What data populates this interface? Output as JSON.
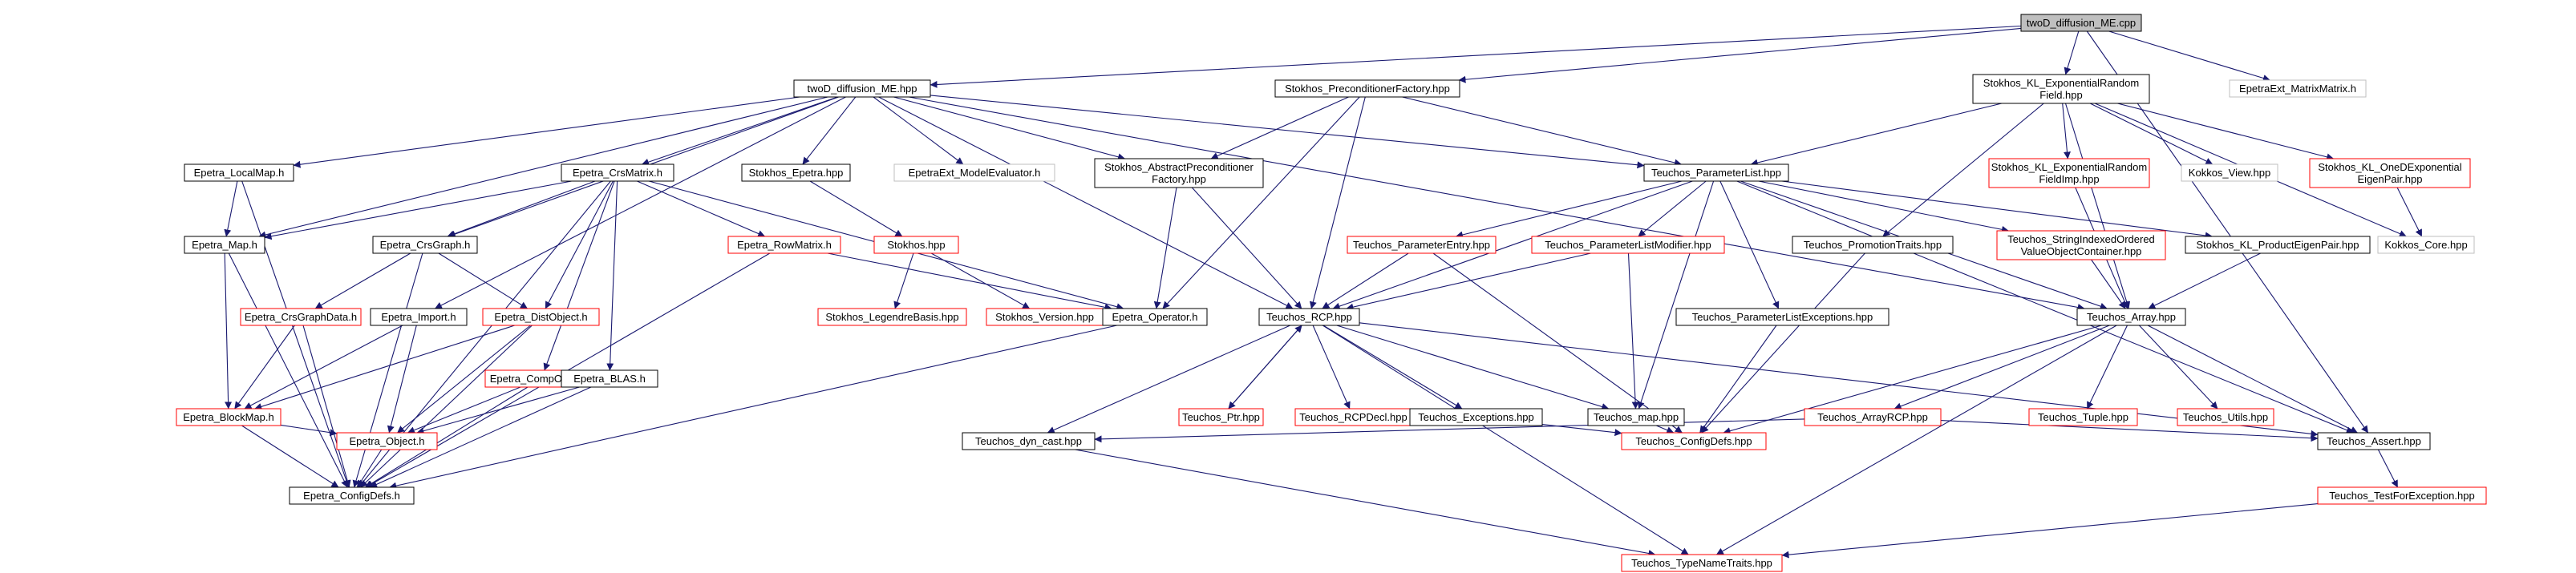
{
  "nodes": [
    {
      "id": "root",
      "lines": [
        "twoD_diffusion_ME.cpp"
      ],
      "style": "root"
    },
    {
      "id": "twoD_hpp",
      "lines": [
        "twoD_diffusion_ME.hpp"
      ],
      "style": "normal"
    },
    {
      "id": "stokhos_pcf",
      "lines": [
        "Stokhos_PreconditionerFactory.hpp"
      ],
      "style": "normal"
    },
    {
      "id": "stokhos_kl_exp",
      "lines": [
        "Stokhos_KL_ExponentialRandom",
        "Field.hpp"
      ],
      "style": "normal"
    },
    {
      "id": "epetraext_matrixmatrix",
      "lines": [
        "EpetraExt_MatrixMatrix.h"
      ],
      "style": "gray"
    },
    {
      "id": "epetra_localmap",
      "lines": [
        "Epetra_LocalMap.h"
      ],
      "style": "normal"
    },
    {
      "id": "epetra_crsmatrix",
      "lines": [
        "Epetra_CrsMatrix.h"
      ],
      "style": "normal"
    },
    {
      "id": "stokhos_epetra",
      "lines": [
        "Stokhos_Epetra.hpp"
      ],
      "style": "normal"
    },
    {
      "id": "epetraext_modeleval",
      "lines": [
        "EpetraExt_ModelEvaluator.h"
      ],
      "style": "gray"
    },
    {
      "id": "stokhos_abs_pcf",
      "lines": [
        "Stokhos_AbstractPreconditioner",
        "Factory.hpp"
      ],
      "style": "normal"
    },
    {
      "id": "teuchos_paramlist",
      "lines": [
        "Teuchos_ParameterList.hpp"
      ],
      "style": "normal"
    },
    {
      "id": "stokhos_kl_expimp",
      "lines": [
        "Stokhos_KL_ExponentialRandom",
        "FieldImp.hpp"
      ],
      "style": "red"
    },
    {
      "id": "kokkos_view",
      "lines": [
        "Kokkos_View.hpp"
      ],
      "style": "gray"
    },
    {
      "id": "stokhos_kl_oned",
      "lines": [
        "Stokhos_KL_OneDExponential",
        "EigenPair.hpp"
      ],
      "style": "red"
    },
    {
      "id": "epetra_map",
      "lines": [
        "Epetra_Map.h"
      ],
      "style": "normal"
    },
    {
      "id": "epetra_crsgraph",
      "lines": [
        "Epetra_CrsGraph.h"
      ],
      "style": "normal"
    },
    {
      "id": "epetra_rowmatrix",
      "lines": [
        "Epetra_RowMatrix.h"
      ],
      "style": "red"
    },
    {
      "id": "stokhos_hpp",
      "lines": [
        "Stokhos.hpp"
      ],
      "style": "red"
    },
    {
      "id": "teuchos_paramentry",
      "lines": [
        "Teuchos_ParameterEntry.hpp"
      ],
      "style": "red"
    },
    {
      "id": "teuchos_plmod",
      "lines": [
        "Teuchos_ParameterListModifier.hpp"
      ],
      "style": "red"
    },
    {
      "id": "teuchos_promo",
      "lines": [
        "Teuchos_PromotionTraits.hpp"
      ],
      "style": "normal"
    },
    {
      "id": "teuchos_sioc",
      "lines": [
        "Teuchos_StringIndexedOrdered",
        "ValueObjectContainer.hpp"
      ],
      "style": "red"
    },
    {
      "id": "stokhos_kl_prod",
      "lines": [
        "Stokhos_KL_ProductEigenPair.hpp"
      ],
      "style": "normal"
    },
    {
      "id": "kokkos_core",
      "lines": [
        "Kokkos_Core.hpp"
      ],
      "style": "gray"
    },
    {
      "id": "epetra_crsgraphdata",
      "lines": [
        "Epetra_CrsGraphData.h"
      ],
      "style": "red"
    },
    {
      "id": "epetra_import",
      "lines": [
        "Epetra_Import.h"
      ],
      "style": "normal"
    },
    {
      "id": "epetra_distobject",
      "lines": [
        "Epetra_DistObject.h"
      ],
      "style": "red"
    },
    {
      "id": "stokhos_legendre",
      "lines": [
        "Stokhos_LegendreBasis.hpp"
      ],
      "style": "red"
    },
    {
      "id": "stokhos_version",
      "lines": [
        "Stokhos_Version.hpp"
      ],
      "style": "red"
    },
    {
      "id": "epetra_operator",
      "lines": [
        "Epetra_Operator.h"
      ],
      "style": "normal"
    },
    {
      "id": "teuchos_rcp",
      "lines": [
        "Teuchos_RCP.hpp"
      ],
      "style": "normal"
    },
    {
      "id": "teuchos_plexc",
      "lines": [
        "Teuchos_ParameterListExceptions.hpp"
      ],
      "style": "normal"
    },
    {
      "id": "teuchos_array",
      "lines": [
        "Teuchos_Array.hpp"
      ],
      "style": "normal"
    },
    {
      "id": "epetra_compobject",
      "lines": [
        "Epetra_CompObject.h"
      ],
      "style": "red"
    },
    {
      "id": "epetra_blas",
      "lines": [
        "Epetra_BLAS.h"
      ],
      "style": "normal"
    },
    {
      "id": "epetra_blockmap",
      "lines": [
        "Epetra_BlockMap.h"
      ],
      "style": "red"
    },
    {
      "id": "teuchos_ptr",
      "lines": [
        "Teuchos_Ptr.hpp"
      ],
      "style": "red"
    },
    {
      "id": "teuchos_rcpdecl",
      "lines": [
        "Teuchos_RCPDecl.hpp"
      ],
      "style": "red"
    },
    {
      "id": "teuchos_exceptions",
      "lines": [
        "Teuchos_Exceptions.hpp"
      ],
      "style": "normal"
    },
    {
      "id": "teuchos_map",
      "lines": [
        "Teuchos_map.hpp"
      ],
      "style": "normal"
    },
    {
      "id": "teuchos_arrayrcp",
      "lines": [
        "Teuchos_ArrayRCP.hpp"
      ],
      "style": "red"
    },
    {
      "id": "teuchos_tuple",
      "lines": [
        "Teuchos_Tuple.hpp"
      ],
      "style": "red"
    },
    {
      "id": "teuchos_utils",
      "lines": [
        "Teuchos_Utils.hpp"
      ],
      "style": "red"
    },
    {
      "id": "epetra_object",
      "lines": [
        "Epetra_Object.h"
      ],
      "style": "red"
    },
    {
      "id": "teuchos_dyncast",
      "lines": [
        "Teuchos_dyn_cast.hpp"
      ],
      "style": "normal"
    },
    {
      "id": "teuchos_configdefs",
      "lines": [
        "Teuchos_ConfigDefs.hpp"
      ],
      "style": "red"
    },
    {
      "id": "teuchos_assert",
      "lines": [
        "Teuchos_Assert.hpp"
      ],
      "style": "normal"
    },
    {
      "id": "epetra_configdefs",
      "lines": [
        "Epetra_ConfigDefs.h"
      ],
      "style": "normal"
    },
    {
      "id": "teuchos_testforexc",
      "lines": [
        "Teuchos_TestForException.hpp"
      ],
      "style": "red"
    },
    {
      "id": "teuchos_typename",
      "lines": [
        "Teuchos_TypeNameTraits.hpp"
      ],
      "style": "red"
    }
  ],
  "edges": [
    [
      "root",
      "twoD_hpp"
    ],
    [
      "root",
      "stokhos_pcf"
    ],
    [
      "root",
      "stokhos_kl_exp"
    ],
    [
      "root",
      "epetraext_matrixmatrix"
    ],
    [
      "root",
      "teuchos_assert"
    ],
    [
      "twoD_hpp",
      "epetra_localmap"
    ],
    [
      "twoD_hpp",
      "epetra_crsmatrix"
    ],
    [
      "twoD_hpp",
      "stokhos_epetra"
    ],
    [
      "twoD_hpp",
      "epetraext_modeleval"
    ],
    [
      "twoD_hpp",
      "stokhos_abs_pcf"
    ],
    [
      "twoD_hpp",
      "teuchos_paramlist"
    ],
    [
      "twoD_hpp",
      "epetra_map"
    ],
    [
      "twoD_hpp",
      "epetra_crsgraph"
    ],
    [
      "twoD_hpp",
      "epetra_import"
    ],
    [
      "twoD_hpp",
      "teuchos_rcp"
    ],
    [
      "twoD_hpp",
      "teuchos_array"
    ],
    [
      "stokhos_pcf",
      "stokhos_abs_pcf"
    ],
    [
      "stokhos_pcf",
      "teuchos_paramlist"
    ],
    [
      "stokhos_pcf",
      "epetra_operator"
    ],
    [
      "stokhos_pcf",
      "teuchos_rcp"
    ],
    [
      "stokhos_kl_exp",
      "teuchos_paramlist"
    ],
    [
      "stokhos_kl_exp",
      "stokhos_kl_expimp"
    ],
    [
      "stokhos_kl_exp",
      "kokkos_view"
    ],
    [
      "stokhos_kl_exp",
      "stokhos_kl_oned"
    ],
    [
      "stokhos_kl_exp",
      "teuchos_promo"
    ],
    [
      "stokhos_kl_exp",
      "kokkos_core"
    ],
    [
      "stokhos_kl_exp",
      "teuchos_array"
    ],
    [
      "stokhos_kl_expimp",
      "teuchos_array"
    ],
    [
      "stokhos_kl_oned",
      "kokkos_core"
    ],
    [
      "epetra_localmap",
      "epetra_map"
    ],
    [
      "epetra_localmap",
      "epetra_configdefs"
    ],
    [
      "epetra_crsmatrix",
      "epetra_map"
    ],
    [
      "epetra_crsmatrix",
      "epetra_crsgraph"
    ],
    [
      "epetra_crsmatrix",
      "epetra_rowmatrix"
    ],
    [
      "epetra_crsmatrix",
      "epetra_operator"
    ],
    [
      "epetra_crsmatrix",
      "epetra_distobject"
    ],
    [
      "epetra_crsmatrix",
      "epetra_compobject"
    ],
    [
      "epetra_crsmatrix",
      "epetra_blas"
    ],
    [
      "epetra_crsmatrix",
      "epetra_configdefs"
    ],
    [
      "stokhos_epetra",
      "stokhos_hpp"
    ],
    [
      "stokhos_abs_pcf",
      "epetra_operator"
    ],
    [
      "stokhos_abs_pcf",
      "teuchos_rcp"
    ],
    [
      "teuchos_paramlist",
      "teuchos_paramentry"
    ],
    [
      "teuchos_paramlist",
      "teuchos_plmod"
    ],
    [
      "teuchos_paramlist",
      "teuchos_sioc"
    ],
    [
      "teuchos_paramlist",
      "stokhos_kl_prod"
    ],
    [
      "teuchos_paramlist",
      "teuchos_plexc"
    ],
    [
      "teuchos_paramlist",
      "teuchos_map"
    ],
    [
      "teuchos_paramlist",
      "teuchos_array"
    ],
    [
      "teuchos_paramlist",
      "teuchos_rcp"
    ],
    [
      "teuchos_paramlist",
      "teuchos_assert"
    ],
    [
      "epetra_map",
      "epetra_blockmap"
    ],
    [
      "epetra_map",
      "epetra_configdefs"
    ],
    [
      "epetra_crsgraph",
      "epetra_crsgraphdata"
    ],
    [
      "epetra_crsgraph",
      "epetra_distobject"
    ],
    [
      "epetra_crsgraph",
      "epetra_configdefs"
    ],
    [
      "epetra_rowmatrix",
      "epetra_operator"
    ],
    [
      "epetra_rowmatrix",
      "epetra_configdefs"
    ],
    [
      "stokhos_hpp",
      "stokhos_legendre"
    ],
    [
      "stokhos_hpp",
      "stokhos_version"
    ],
    [
      "teuchos_paramentry",
      "teuchos_rcp"
    ],
    [
      "teuchos_paramentry",
      "teuchos_configdefs"
    ],
    [
      "teuchos_plmod",
      "teuchos_rcp"
    ],
    [
      "teuchos_plmod",
      "teuchos_map"
    ],
    [
      "teuchos_promo",
      "teuchos_configdefs"
    ],
    [
      "teuchos_sioc",
      "teuchos_array"
    ],
    [
      "stokhos_kl_prod",
      "teuchos_array"
    ],
    [
      "epetra_crsgraphdata",
      "epetra_blockmap"
    ],
    [
      "epetra_crsgraphdata",
      "epetra_configdefs"
    ],
    [
      "epetra_import",
      "epetra_blockmap"
    ],
    [
      "epetra_import",
      "epetra_object"
    ],
    [
      "epetra_distobject",
      "epetra_blockmap"
    ],
    [
      "epetra_distobject",
      "epetra_object"
    ],
    [
      "epetra_distobject",
      "epetra_configdefs"
    ],
    [
      "epetra_operator",
      "epetra_configdefs"
    ],
    [
      "teuchos_rcp",
      "teuchos_ptr"
    ],
    [
      "teuchos_ptr",
      "teuchos_rcp"
    ],
    [
      "teuchos_rcp",
      "teuchos_rcpdecl"
    ],
    [
      "teuchos_rcp",
      "teuchos_exceptions"
    ],
    [
      "teuchos_rcp",
      "teuchos_map"
    ],
    [
      "teuchos_rcp",
      "teuchos_dyncast"
    ],
    [
      "teuchos_rcp",
      "teuchos_assert"
    ],
    [
      "teuchos_rcp",
      "teuchos_typename"
    ],
    [
      "teuchos_plexc",
      "teuchos_configdefs"
    ],
    [
      "teuchos_array",
      "teuchos_arrayrcp"
    ],
    [
      "teuchos_array",
      "teuchos_tuple"
    ],
    [
      "teuchos_array",
      "teuchos_utils"
    ],
    [
      "teuchos_array",
      "teuchos_assert"
    ],
    [
      "teuchos_array",
      "teuchos_configdefs"
    ],
    [
      "teuchos_array",
      "teuchos_typename"
    ],
    [
      "epetra_compobject",
      "epetra_object"
    ],
    [
      "epetra_compobject",
      "epetra_configdefs"
    ],
    [
      "epetra_blas",
      "epetra_object"
    ],
    [
      "epetra_blas",
      "epetra_configdefs"
    ],
    [
      "epetra_blockmap",
      "epetra_object"
    ],
    [
      "epetra_blockmap",
      "epetra_configdefs"
    ],
    [
      "teuchos_exceptions",
      "teuchos_configdefs"
    ],
    [
      "teuchos_map",
      "teuchos_configdefs"
    ],
    [
      "teuchos_arrayrcp",
      "teuchos_dyncast"
    ],
    [
      "teuchos_arrayrcp",
      "teuchos_assert"
    ],
    [
      "epetra_object",
      "epetra_configdefs"
    ],
    [
      "teuchos_dyncast",
      "teuchos_typename"
    ],
    [
      "teuchos_assert",
      "teuchos_testforexc"
    ],
    [
      "teuchos_testforexc",
      "teuchos_typename"
    ]
  ],
  "colors": {
    "edge": "#191970",
    "node_border": "#000000",
    "node_border_red": "#ff0000",
    "node_border_gray": "#bfbfbf",
    "node_text": "#000000",
    "root_fill": "#bfbfbf",
    "node_fill": "#ffffff"
  }
}
